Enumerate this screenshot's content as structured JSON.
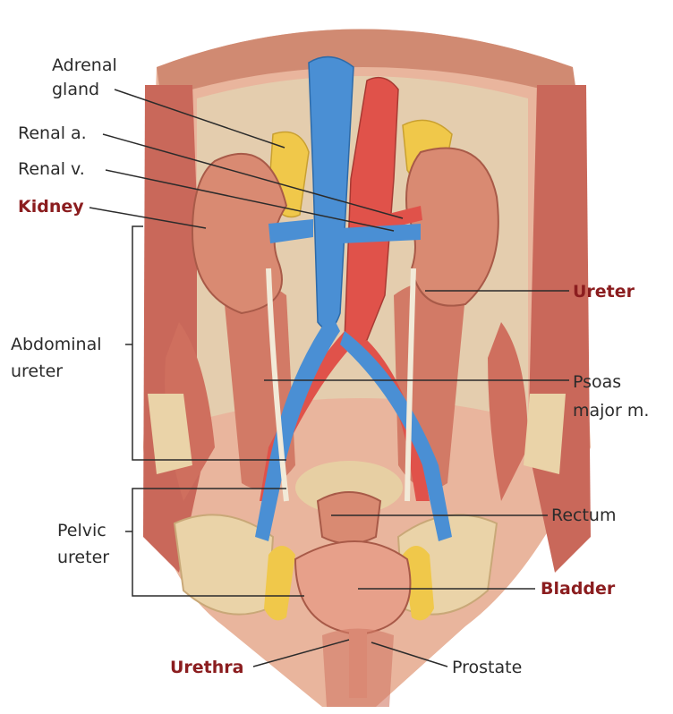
{
  "labels": {
    "adrenal_gland_line1": "Adrenal",
    "adrenal_gland_line2": "gland",
    "renal_artery": "Renal a.",
    "renal_vein": "Renal v.",
    "kidney": "Kidney",
    "ureter": "Ureter",
    "abdominal_ureter_line1": "Abdominal",
    "abdominal_ureter_line2": "ureter",
    "psoas_line1": "Psoas",
    "psoas_line2": "major m.",
    "pelvic_ureter_line1": "Pelvic",
    "pelvic_ureter_line2": "ureter",
    "rectum": "Rectum",
    "bladder": "Bladder",
    "urethra": "Urethra",
    "prostate": "Prostate"
  },
  "colors": {
    "key_label": "#8b1d1f",
    "label": "#2b2b2b",
    "vein": "#4a8fd4",
    "artery": "#e0524a",
    "muscle": "#c9685a",
    "adrenal": "#f0c84a",
    "kidney": "#d98a72"
  }
}
